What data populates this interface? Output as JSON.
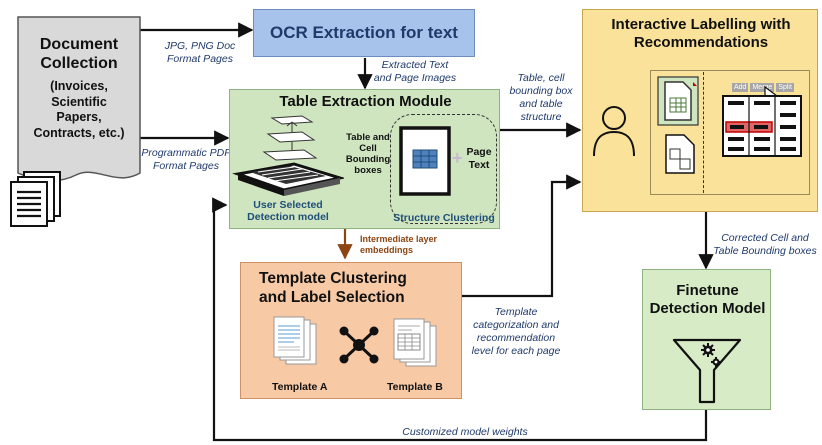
{
  "document_collection": {
    "title_line1": "Document",
    "title_line2": "Collection",
    "subtitle_line1": "(Invoices,",
    "subtitle_line2": "Scientific",
    "subtitle_line3": "Papers,",
    "subtitle_line4": "Contracts, etc.)"
  },
  "ocr": {
    "title": "OCR Extraction for text"
  },
  "notes": {
    "jpg_line1": "JPG, PNG Doc",
    "jpg_line2": "Format Pages",
    "pdf_line1": "Programmatic PDF",
    "pdf_line2": "Format Pages",
    "extracted_line1": "Extracted Text",
    "extracted_line2": "and Page Images",
    "table_line1": "Table, cell",
    "table_line2": "bounding box",
    "table_line3": "and table",
    "table_line4": "structure",
    "corrected_line1": "Corrected Cell and",
    "corrected_line2": "Table Bounding boxes",
    "template_cat_line1": "Template",
    "template_cat_line2": "categorization and",
    "template_cat_line3": "recommendation",
    "template_cat_line4": "level for each page",
    "weights": "Customized model weights"
  },
  "table_extraction": {
    "title": "Table Extraction Module",
    "bbox_line1": "Table and",
    "bbox_line2": "Cell",
    "bbox_line3": "Bounding",
    "bbox_line4": "boxes",
    "page_line1": "Page",
    "page_line2": "Text",
    "detection_line1": "User Selected",
    "detection_line2": "Detection model",
    "structure_clustering": "Structure Clustering",
    "embed_line1": "Intermediate layer",
    "embed_line2": "embeddings"
  },
  "interactive": {
    "title_line1": "Interactive Labelling with",
    "title_line2": "Recommendations",
    "btn_add": "Add",
    "btn_merge": "Merge",
    "btn_split": "Split"
  },
  "template": {
    "title_line1": "Template Clustering",
    "title_line2": "and Label Selection",
    "label_a": "Template A",
    "label_b": "Template B"
  },
  "finetune": {
    "title_line1": "Finetune",
    "title_line2": "Detection Model"
  },
  "colors": {
    "ocr_fill": "#a7c3eb",
    "table_module_fill": "#cfe5bf",
    "interactive_fill": "#fbe29a",
    "template_fill": "#f7c9a5",
    "finetune_fill": "#d6ebc6",
    "doc_fill": "#d9d9d9",
    "note_text": "#1f3a6b",
    "embed_arrow": "#8b4513",
    "structure_text": "#1f4e79"
  }
}
